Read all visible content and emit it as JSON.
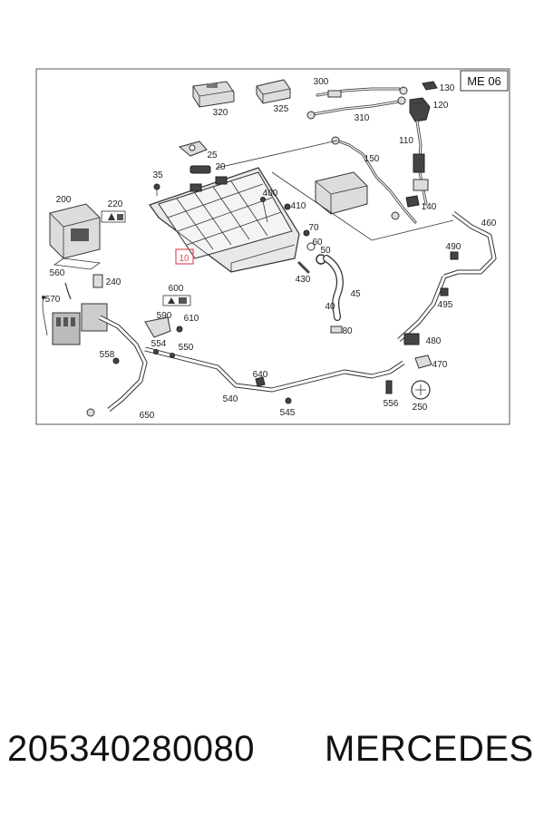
{
  "diagram": {
    "section_code": "ME 06",
    "highlighted_part": "10",
    "labels": [
      "300",
      "130",
      "120",
      "320",
      "325",
      "310",
      "110",
      "25",
      "20",
      "35",
      "150",
      "400",
      "410",
      "140",
      "200",
      "220",
      "70",
      "60",
      "50",
      "460",
      "490",
      "430",
      "240",
      "560",
      "600",
      "45",
      "40",
      "570",
      "590",
      "610",
      "80",
      "495",
      "554",
      "550",
      "480",
      "558",
      "640",
      "470",
      "540",
      "545",
      "556",
      "250",
      "650"
    ]
  },
  "footer": {
    "part_number": "205340280080",
    "brand": "MERCEDES"
  },
  "colors": {
    "highlight": "#e05060",
    "frame": "#555555"
  }
}
